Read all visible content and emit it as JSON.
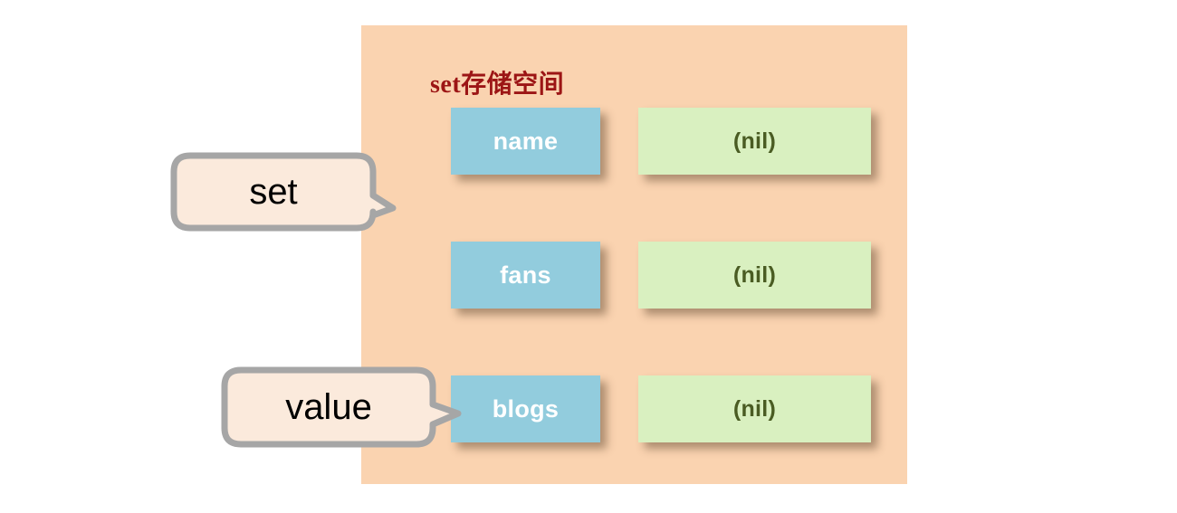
{
  "diagram": {
    "title": "set存储空间",
    "title_color": "#9c1515",
    "panel_color": "#fad3b0",
    "key_color": "#92ccdd",
    "value_color": "#d9f0c0",
    "callout_fill": "#fbeadc",
    "callout_border": "#a6a6a6",
    "rows": [
      {
        "key": "name",
        "value": "(nil)"
      },
      {
        "key": "fans",
        "value": "(nil)"
      },
      {
        "key": "blogs",
        "value": "(nil)"
      }
    ],
    "callouts": [
      {
        "label": "set"
      },
      {
        "label": "value"
      }
    ]
  }
}
